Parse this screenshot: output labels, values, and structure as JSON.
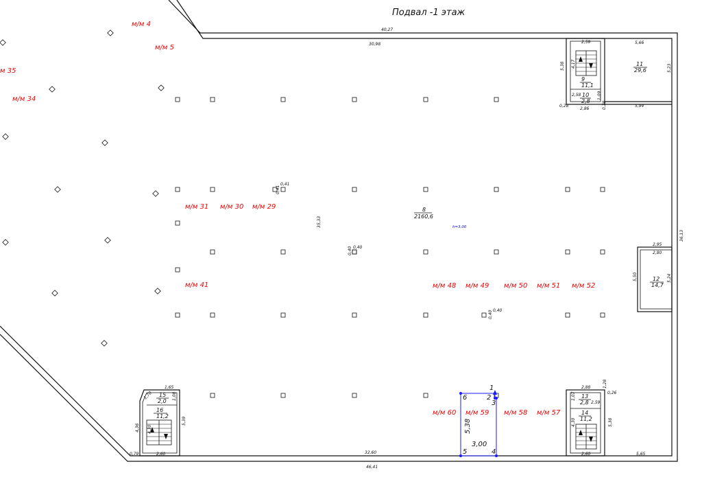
{
  "title": "Подвал -1 этаж",
  "dims": {
    "top_outer": "40,27",
    "top_inner": "30,98",
    "bottom_outer": "46,41",
    "bottom_inner": "32,60",
    "right": "36,13",
    "vert_mid": "35,33",
    "height": "h=3,00",
    "col_top": "0,41",
    "col_left_top": "0,41",
    "col_mid": "0,40",
    "col_mid_left": "0,40",
    "col_low": "0,40",
    "col_low_left": "0,40",
    "room12_w": "2,95",
    "room12_w2": "2,80",
    "room12_h": "5,50",
    "room12_h2": "5,24",
    "room11_w": "5,66",
    "room11_h": "5,23",
    "room11_b": "5,94",
    "st_tr_w": "2,59",
    "st_tr_h": "5,38",
    "st_tr_a": "4,17",
    "st_tr_b": "2,58",
    "st_tr_c": "1,09",
    "st_tr_d": "2,86",
    "st_tr_e": "0,28",
    "st_tr_f": "0,28",
    "st_br_w": "2,88",
    "st_br_a": "1,28",
    "st_br_b": "0,26",
    "st_br_c": "2,59",
    "st_br_d": "1,07",
    "st_br_e": "4,30",
    "st_br_f": "5,38",
    "st_br_g": "2,60",
    "st_br_h": "5,65",
    "st_bl_a": "1,65",
    "st_bl_b": "1,70",
    "st_bl_c": "1,08",
    "st_bl_d": "4,36",
    "st_bl_e": "5,39",
    "st_bl_f": "0,79",
    "st_bl_g": "2,60",
    "st_bl_h": "4,30",
    "sel_h": "5,38",
    "sel_w": "3,00"
  },
  "rooms": {
    "r8_num": "8",
    "r8_area": "2160,6",
    "r9_num": "9",
    "r9_area": "11,1",
    "r10_num": "10",
    "r10_area": "2,8",
    "r11_num": "11",
    "r11_area": "29,6",
    "r12_num": "12",
    "r12_area": "14,7",
    "r13_num": "13",
    "r13_area": "2,8",
    "r14_num": "14",
    "r14_area": "11,2",
    "r15_num": "15",
    "r15_area": "2,0",
    "r16_num": "16",
    "r16_area": "11,2"
  },
  "spaces": {
    "m4": "м/м 4",
    "m5": "м/м 5",
    "m35": "м 35",
    "m34": "м/м 34",
    "m31": "м/м 31",
    "m30": "м/м 30",
    "m29": "м/м 29",
    "m41": "м/м 41",
    "m48": "м/м 48",
    "m49": "м/м 49",
    "m50": "м/м 50",
    "m51": "м/м 51",
    "m52": "м/м 52",
    "m60": "м/м 60",
    "m59": "м/м 59",
    "m58": "м/м 58",
    "m57": "м/м 57"
  },
  "vertices": {
    "v1": "1",
    "v2": "2",
    "v3": "3",
    "v4": "4",
    "v5": "5",
    "v6": "6"
  }
}
